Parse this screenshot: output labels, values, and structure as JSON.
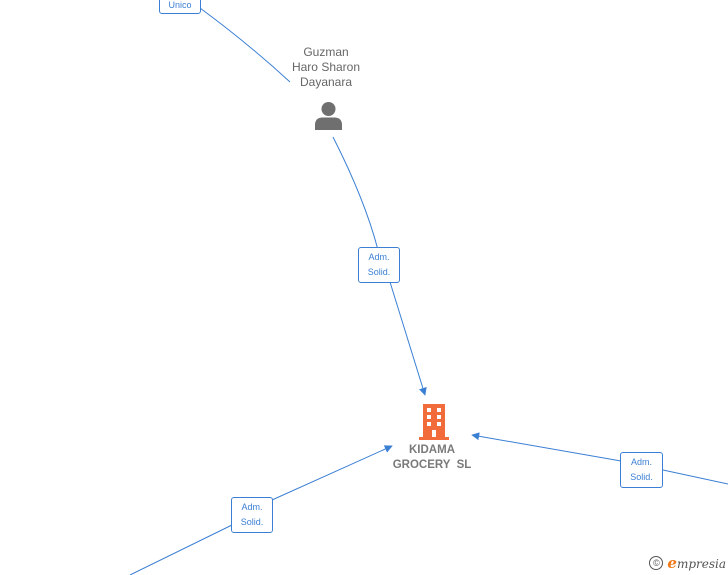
{
  "nodes": {
    "person": {
      "name_lines": [
        "Guzman",
        "Haro Sharon",
        "Dayanara"
      ],
      "icon": "person-icon",
      "icon_color": "#6f6f6f"
    },
    "company": {
      "name_lines": [
        "KIDAMA",
        "GROCERY  SL"
      ],
      "icon": "building-icon",
      "icon_color": "#f26b3a"
    }
  },
  "edge_labels": {
    "top": [
      "Unico"
    ],
    "person_to_company": [
      "Adm.",
      "Solid."
    ],
    "bottom_left": [
      "Adm.",
      "Solid."
    ],
    "right": [
      "Adm.",
      "Solid."
    ]
  },
  "colors": {
    "edge": "#3b7fd4"
  },
  "footer": {
    "copyright": "©",
    "brand_initial": "e",
    "brand_rest": "mpresia"
  }
}
